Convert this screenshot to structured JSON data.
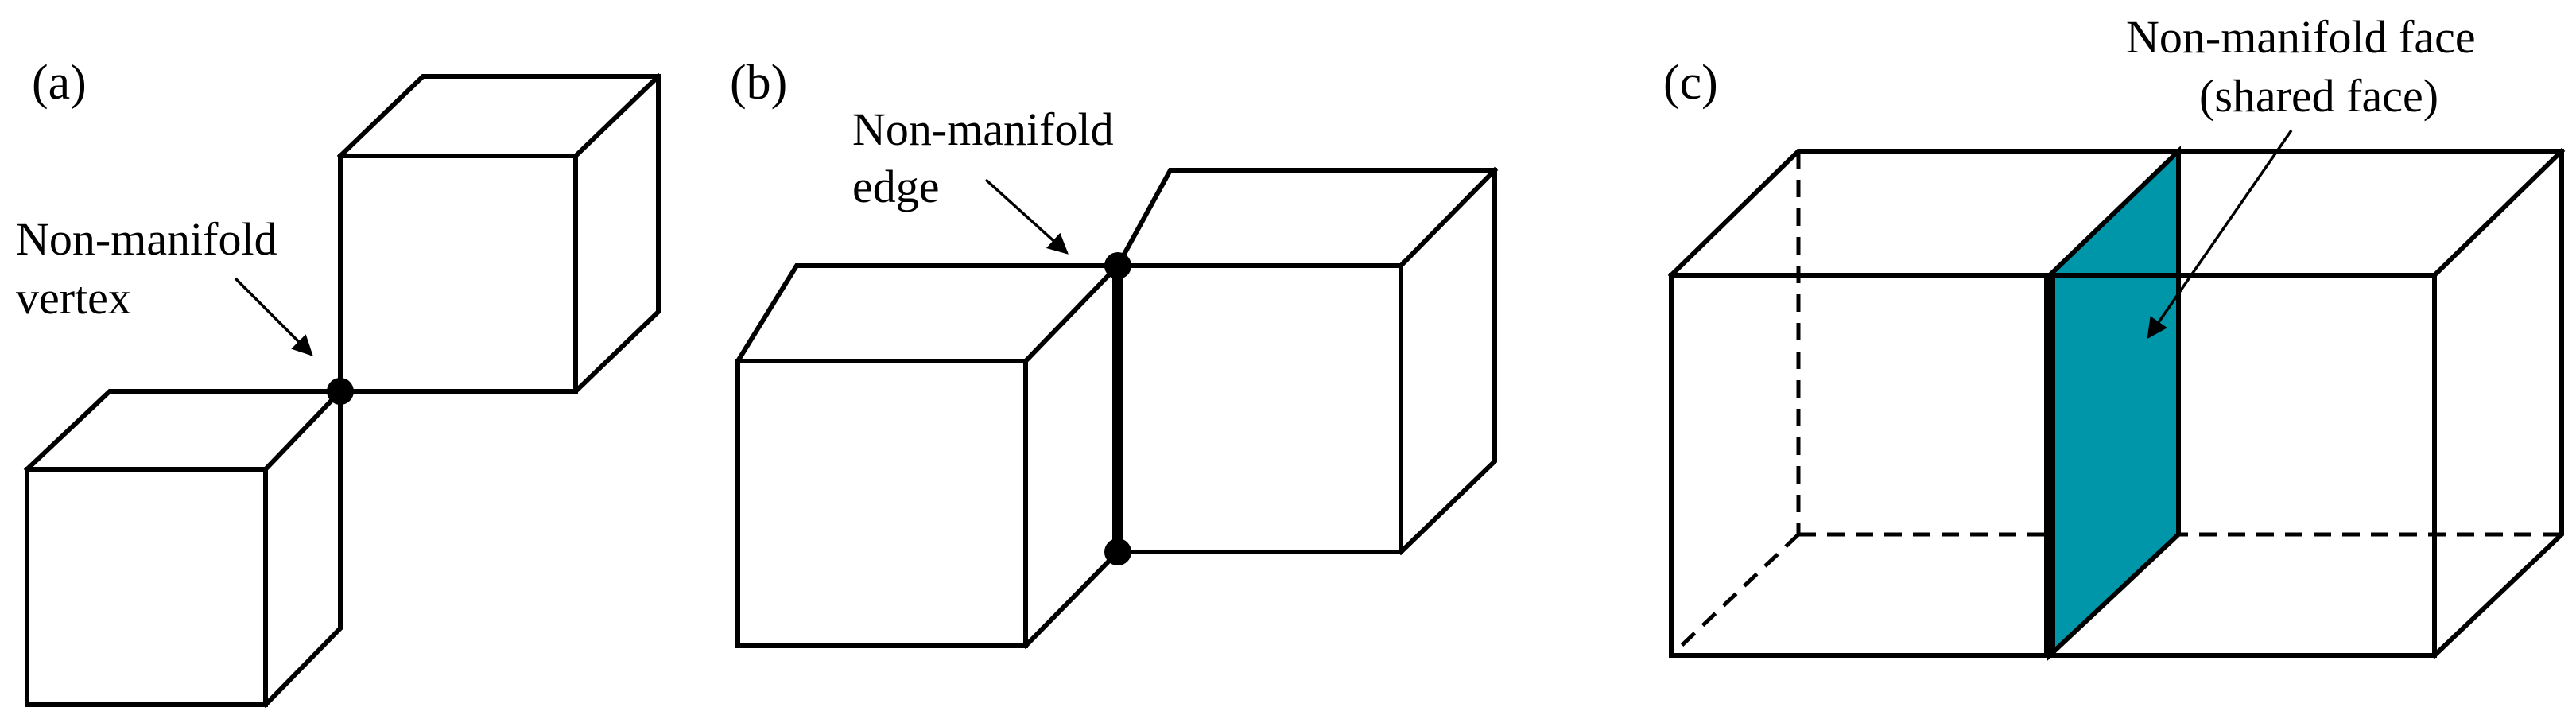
{
  "panels": [
    {
      "label": "(a)",
      "callout_lines": [
        "Non-manifold",
        "vertex"
      ]
    },
    {
      "label": "(b)",
      "callout_lines": [
        "Non-manifold",
        "edge"
      ]
    },
    {
      "label": "(c)",
      "callout_lines": [
        "Non-manifold face",
        "(shared face)"
      ]
    }
  ],
  "colors": {
    "line": "#000000",
    "shared_face": "#0096AA",
    "background": "#ffffff"
  }
}
